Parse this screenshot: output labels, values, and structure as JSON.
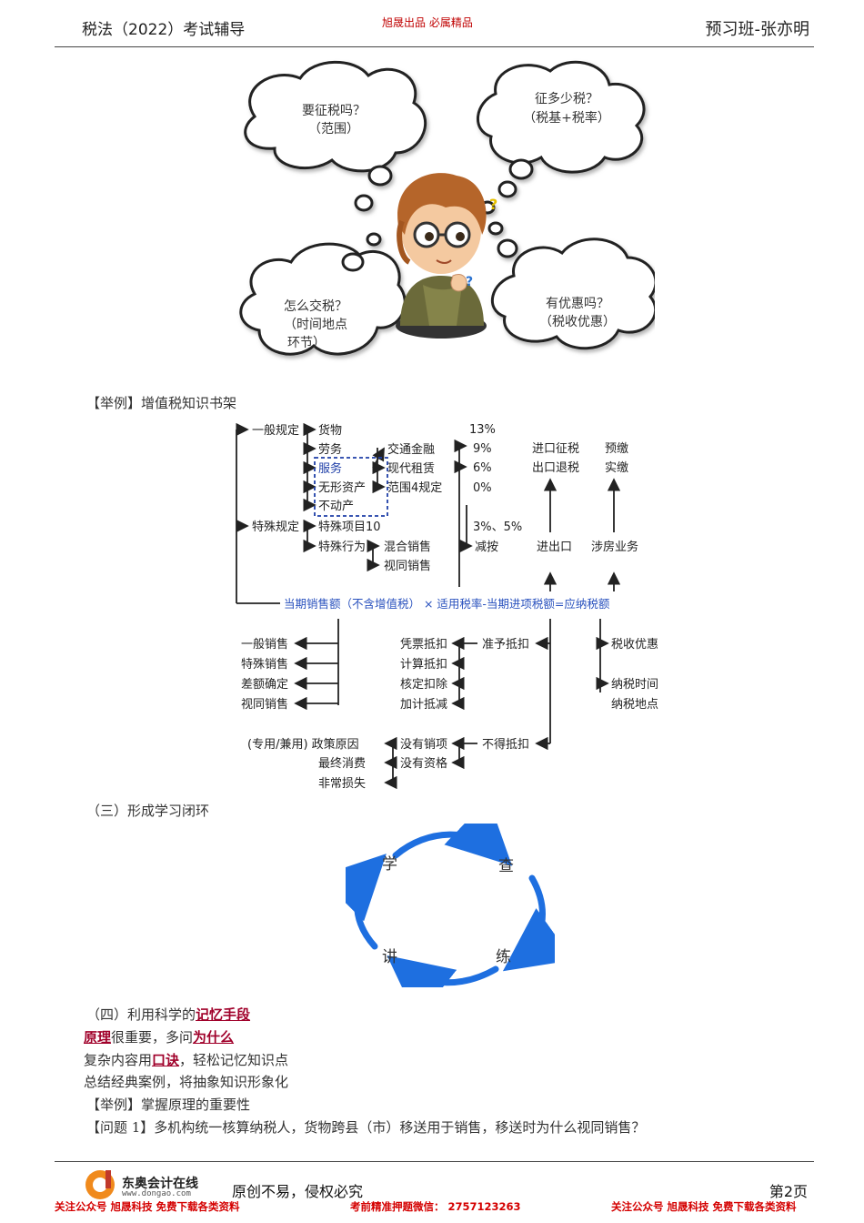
{
  "header": {
    "left": "税法（2022）考试辅导",
    "center": "旭晟出品  必属精品",
    "right": "预习班-张亦明"
  },
  "clouds": {
    "top_left": [
      "要征税吗？",
      "（范围）"
    ],
    "top_right": [
      "征多少税？",
      "（税基+税率）"
    ],
    "bottom_left": [
      "怎么交税？",
      "（时间地点",
      "环节）"
    ],
    "bottom_right": [
      "有优惠吗？",
      "（税收优惠）"
    ]
  },
  "example1": "【举例】增值税知识书架",
  "diagram": {
    "general": "一般规定",
    "special": "特殊规定",
    "goods": "货物",
    "labor": "劳务",
    "service": "服务",
    "intangible": "无形资产",
    "realestate": "不动产",
    "special10": "特殊项目10",
    "specialact": "特殊行为",
    "svc1": "交通金融",
    "svc2": "现代租赁",
    "svc3": "范围4规定",
    "mixed": "混合销售",
    "deemed": "视同销售",
    "r13": "13%",
    "r9": "9%",
    "r6": "6%",
    "r0": "0%",
    "r35": "3%、5%",
    "reduce": "减按",
    "imp": "进口征税",
    "exp": "出口退税",
    "prepay": "预缴",
    "actual": "实缴",
    "ie": "进出口",
    "realty": "涉房业务",
    "formula": "当期销售额（不含增值税） ×  适用税率-当期进项税额=应纳税额",
    "s1": "一般销售",
    "s2": "特殊销售",
    "s3": "差额确定",
    "s4": "视同销售",
    "c1": "凭票抵扣",
    "c2": "计算抵扣",
    "c3": "核定扣除",
    "c4": "加计抵减",
    "allow": "准予抵扣",
    "pref": "税收优惠",
    "time": "纳税时间",
    "place": "纳税地点",
    "n1": "(专用/兼用) 政策原因",
    "n2": "最终消费",
    "n3": "非常损失",
    "nosale": "没有销项",
    "noqual": "没有资格",
    "deny": "不得抵扣"
  },
  "section3": "（三）形成学习闭环",
  "cycle": {
    "learn": "学",
    "check": "查",
    "lecture": "讲",
    "practice": "练"
  },
  "section4": {
    "pre": "（四）利用科学的",
    "em": "记忆手段"
  },
  "line1": {
    "em1": "原理",
    "mid": "很重要，多问",
    "em2": "为什么"
  },
  "line2": {
    "pre": "复杂内容用",
    "em": "口诀",
    "post": "，轻松记忆知识点"
  },
  "line3": "总结经典案例，将抽象知识形象化",
  "line4": "【举例】掌握原理的重要性",
  "line5": "【问题 1】多机构统一核算纳税人，货物跨县（市）移送用于销售，移送时为什么视同销售？",
  "footer": {
    "logo": "东奥会计在线",
    "url": "www.dongao.com",
    "slogan": "原创不易，侵权必究",
    "page": "第2页",
    "red_left": "关注公众号 旭晟科技 免费下载各类资料",
    "red_center": "考前精准押题微信： 2757123263",
    "red_right": "关注公众号 旭晟科技 免费下载各类资料"
  },
  "colors": {
    "accent": "#a0002a",
    "footer_red": "#d40000",
    "formula": "#2a52be",
    "cycle_blue": "#1e6fe0"
  }
}
